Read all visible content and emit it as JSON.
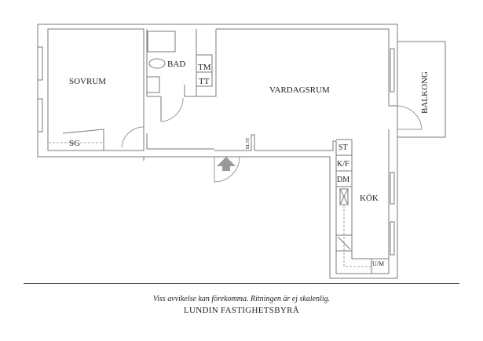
{
  "rooms": {
    "bedroom": "SOVRUM",
    "bathroom": "BAD",
    "washer": "TM",
    "dryer": "TT",
    "living_room": "VARDAGSRUM",
    "balcony": "BALKONG",
    "kitchen": "KÖK",
    "stove": "ST",
    "fridge_freezer": "K/F",
    "dishwasher": "DM",
    "microwave_oven": "U/M",
    "wardrobe": "SG",
    "electrical_it": "EL/IT"
  },
  "footer": {
    "note": "Viss avvikelse kan förekomma. Ritningen är ej skalenlig.",
    "company": "LUNDIN FASTIGHETSBYRÅ"
  },
  "colors": {
    "wall": "#7a7a7a",
    "entrance_arrow": "#999999"
  }
}
